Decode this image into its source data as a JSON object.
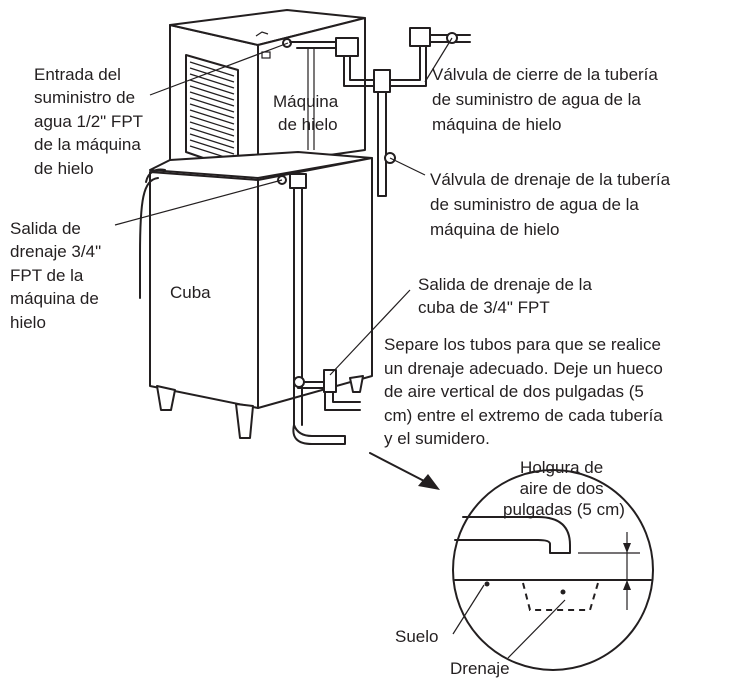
{
  "labels": {
    "water_inlet": [
      "Entrada del",
      "suministro de",
      "agua 1/2\" FPT",
      "de la máquina",
      "de hielo"
    ],
    "ice_machine": [
      "Máquina",
      "de hielo"
    ],
    "shutoff_valve": [
      "Válvula de cierre de la tubería",
      "de suministro de agua de la",
      "máquina de hielo"
    ],
    "drain_valve": [
      "Válvula de drenaje de la tubería",
      "de suministro de agua de la",
      "máquina de hielo"
    ],
    "machine_drain_outlet": [
      "Salida de",
      "drenaje 3/4\"",
      "FPT de la",
      "máquina de",
      "hielo"
    ],
    "bin": [
      "Cuba"
    ],
    "bin_drain_outlet": [
      "Salida de drenaje de la",
      "cuba de 3/4\" FPT"
    ],
    "separate_pipes_note": [
      "Separe los tubos para que se realice",
      "un drenaje adecuado. Deje un hueco",
      "de aire vertical de dos pulgadas (5",
      "cm) entre el extremo de cada tubería",
      "y el sumidero."
    ],
    "air_gap": [
      "Holgura de",
      "aire de dos",
      "pulgadas (5 cm)"
    ],
    "floor": [
      "Suelo"
    ],
    "drain": [
      "Drenaje"
    ]
  },
  "colors": {
    "line": "#231f20",
    "background": "#ffffff"
  }
}
